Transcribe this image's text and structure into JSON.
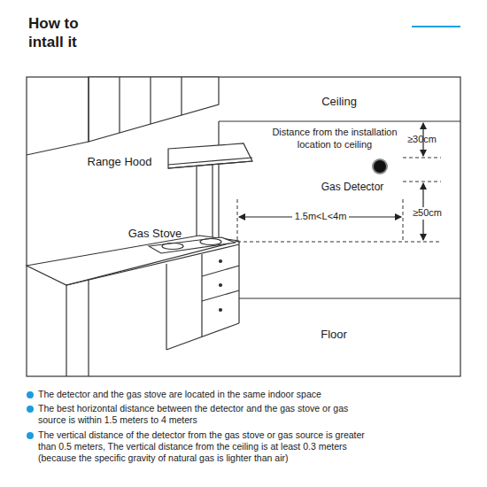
{
  "diagram": {
    "title": "How to intall it",
    "labels": [
      "Ceiling",
      "Distance from the installation location to ceiling",
      "≥30cm",
      "Range Hood",
      "Gas Detector",
      "1.5m<L<4m",
      "≥50cm",
      "Gas Stove",
      "Floor",
      "The detector and the gas stove are located in the same indoor space",
      "The best horizontal distance between the detector and the gas stove or gas source is within 1.5 meters to 4 meters",
      "The vertical distance of the detector from the gas stove or gas source is greater than 0.5 meters, The vertical distance from the ceiling is at least 0.3 meters (because the specific gravity of natural gas is lighter than air)"
    ]
  }
}
